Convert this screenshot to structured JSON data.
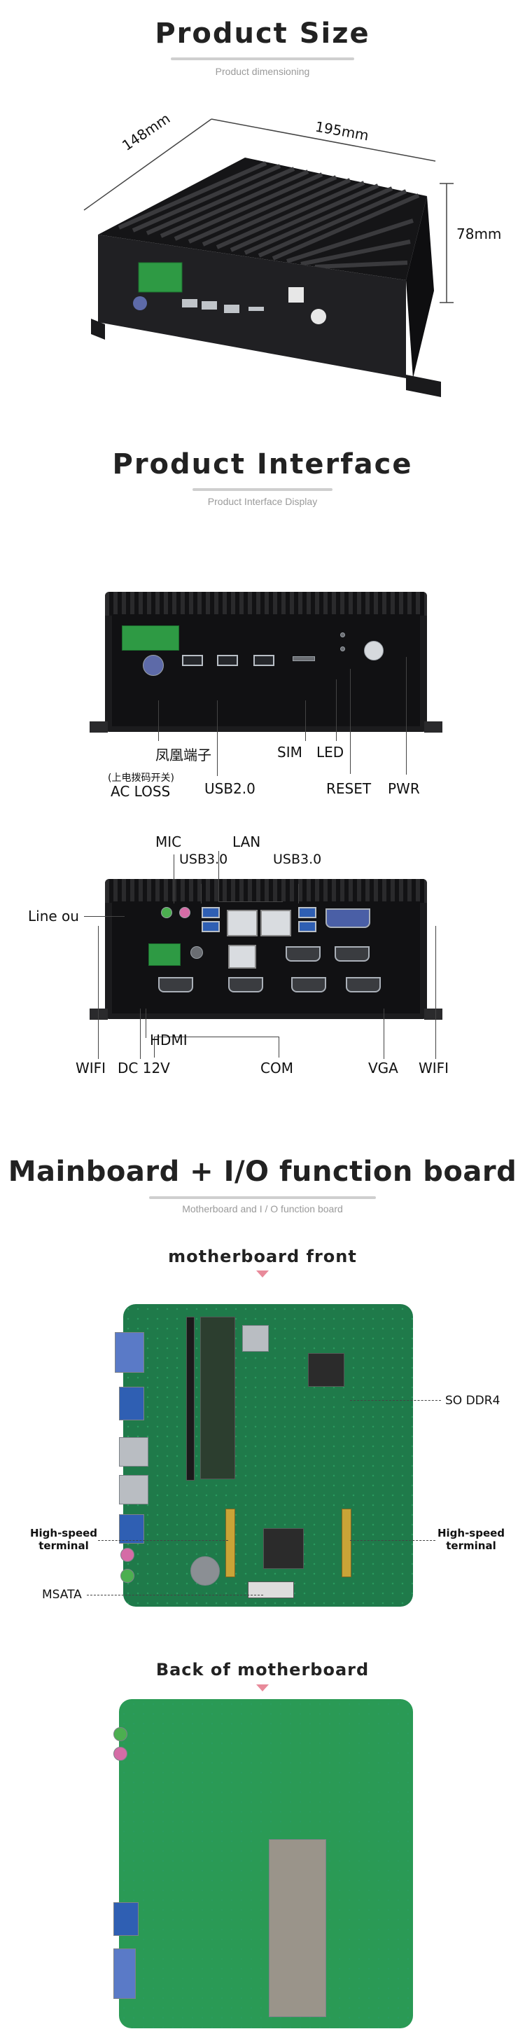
{
  "product_size": {
    "title": "Product Size",
    "subtitle": "Product dimensioning",
    "dim_depth": "148mm",
    "dim_width": "195mm",
    "dim_height": "78mm"
  },
  "product_interface": {
    "title": "Product Interface",
    "subtitle": "Product Interface Display",
    "front_labels": {
      "phoenix": "凤凰端子",
      "dip_note": "(上电拨码开关)",
      "ac_loss": "AC LOSS",
      "usb20": "USB2.0",
      "sim": "SIM",
      "led": "LED",
      "reset": "RESET",
      "pwr": "PWR"
    },
    "rear_labels": {
      "mic": "MIC",
      "lan": "LAN",
      "usb30_left": "USB3.0",
      "usb30_right": "USB3.0",
      "line_out": "Line ou",
      "hdmi": "HDMI",
      "wifi_left": "WIFI",
      "dc12v": "DC 12V",
      "com": "COM",
      "vga": "VGA",
      "wifi_right": "WIFI"
    }
  },
  "mainboard": {
    "title": "Mainboard + I/O function board",
    "subtitle": "Motherboard and I / O function board",
    "front_heading": "motherboard front",
    "so_ddr4": "SO DDR4",
    "hs_terminal_left": "High-speed\nterminal",
    "hs_terminal_right": "High-speed\nterminal",
    "msata": "MSATA",
    "back_heading": "Back of motherboard"
  },
  "colors": {
    "accent_arrow": "#e88a9a",
    "pcb_green": "#1f7a4a"
  }
}
